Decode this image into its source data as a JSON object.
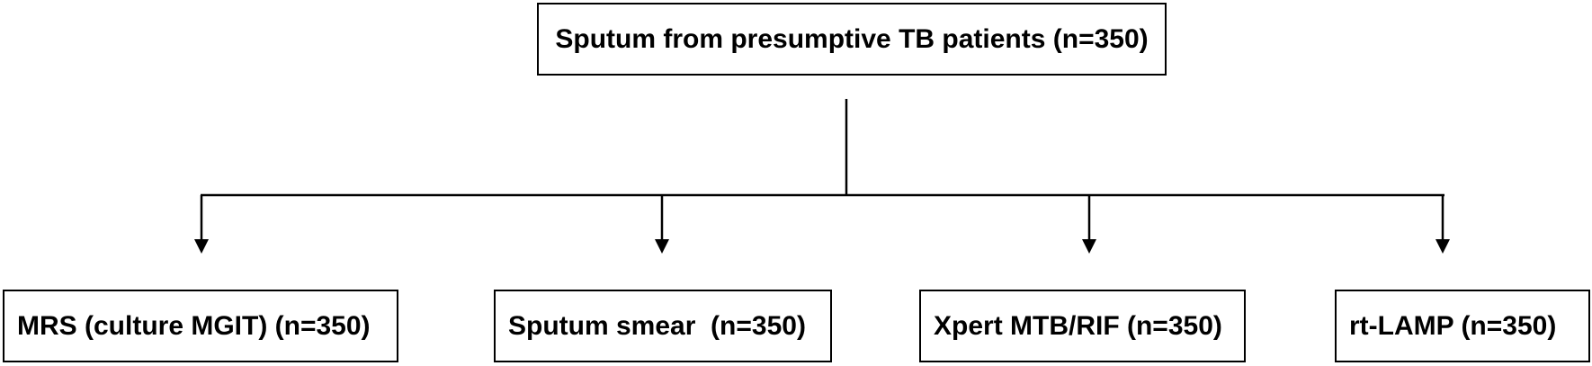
{
  "diagram": {
    "root": {
      "label": "Sputum from presumptive TB patients (n=350)"
    },
    "children": [
      {
        "label": "MRS (culture MGIT) (n=350)"
      },
      {
        "label": "Sputum smear  (n=350)"
      },
      {
        "label": "Xpert MTB/RIF (n=350)"
      },
      {
        "label": "rt-LAMP (n=350)"
      }
    ],
    "line_color": "#000000"
  }
}
